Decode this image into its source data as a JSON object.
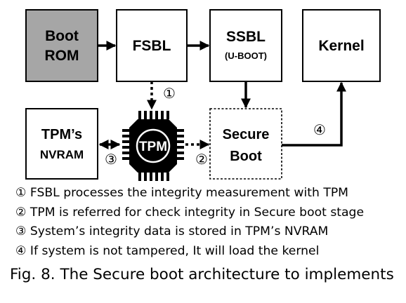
{
  "nodes": {
    "boot_rom": {
      "line1": "Boot",
      "line2": "ROM"
    },
    "fsbl": {
      "label": "FSBL"
    },
    "ssbl": {
      "label": "SSBL",
      "sublabel": "(U-BOOT)"
    },
    "kernel": {
      "label": "Kernel"
    },
    "tpm_nvram": {
      "line1": "TPM’s",
      "line2": "NVRAM"
    },
    "tpm": {
      "label": "TPM"
    },
    "secure_boot": {
      "line1": "Secure",
      "line2": "Boot"
    }
  },
  "markers": {
    "m1": "①",
    "m2": "②",
    "m3": "③",
    "m4": "④"
  },
  "legend": [
    "① FSBL processes the integrity measurement with TPM",
    "② TPM is referred for check integrity in Secure boot stage",
    "③ System’s integrity data is stored in TPM’s NVRAM",
    "④ If system is not tampered,  It will load the kernel"
  ],
  "caption": "Fig. 8. The Secure boot architecture to implements",
  "colors": {
    "boot_rom_fill": "#a6a6a6",
    "stroke": "#000000"
  }
}
